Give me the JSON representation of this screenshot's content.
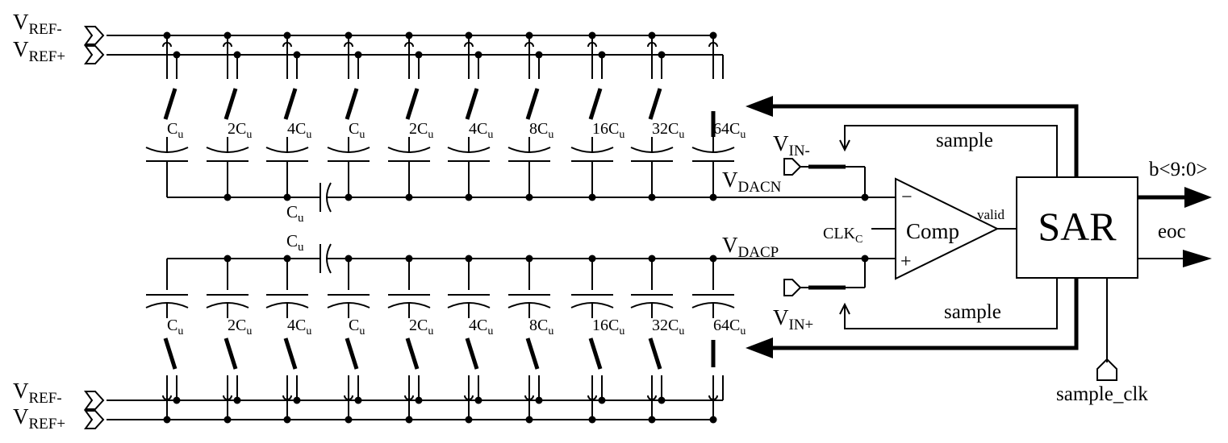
{
  "ref_ports": {
    "vref_minus": "V",
    "vref_minus_sub": "REF-",
    "vref_plus": "V",
    "vref_plus_sub": "REF+"
  },
  "cap_labels": [
    "C",
    "2C",
    "4C",
    "C",
    "2C",
    "4C",
    "8C",
    "16C",
    "32C",
    "64C"
  ],
  "cap_sub": "u",
  "bridge_cap": {
    "label": "C",
    "sub": "u"
  },
  "nets": {
    "vdacn": "V",
    "vdacn_sub": "DACN",
    "vdacp": "V",
    "vdacp_sub": "DACP",
    "vin_minus": "V",
    "vin_minus_sub": "IN-",
    "vin_plus": "V",
    "vin_plus_sub": "IN+",
    "clk": "CLK",
    "clk_sub": "C"
  },
  "comparator": {
    "label": "Comp",
    "minus": "−",
    "plus": "+",
    "valid": "valid"
  },
  "sar": {
    "label": "SAR"
  },
  "outputs": {
    "bus": "b<9:0>",
    "eoc": "eoc"
  },
  "signals": {
    "sample_top": "sample",
    "sample_bottom": "sample",
    "sample_clk": "sample_clk"
  },
  "colors": {
    "ink": "#000000",
    "background": "#ffffff"
  }
}
